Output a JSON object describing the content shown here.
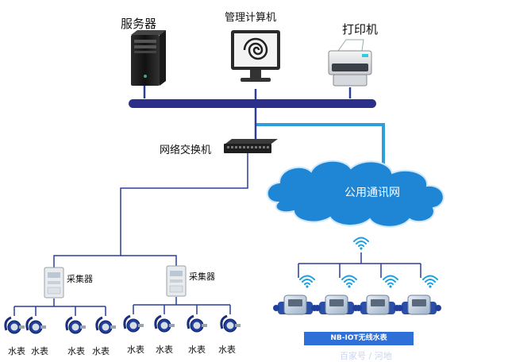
{
  "labels": {
    "server": "服务器",
    "computer": "管理计算机",
    "printer": "打印机",
    "switch": "网络交换机",
    "cloud": "公用通讯网",
    "collector": "采集器",
    "water_meter": "水表",
    "nb_banner": "NB-IOT无线水表",
    "watermark": "百家号 / 河地"
  },
  "colors": {
    "bus": "#2b2f8a",
    "wire": "#2b3f9a",
    "cloud_link": "#2e9fd8",
    "cloud_fill": "#1f86d6",
    "wifi": "#1aa0e0",
    "banner": "#2f6fd8"
  },
  "icons": [
    "server-tower-icon",
    "monitor-icon",
    "printer-icon",
    "network-switch-icon",
    "cloud-icon",
    "collector-box-icon",
    "water-meter-icon",
    "wifi-icon",
    "nb-iot-meter-icon"
  ]
}
